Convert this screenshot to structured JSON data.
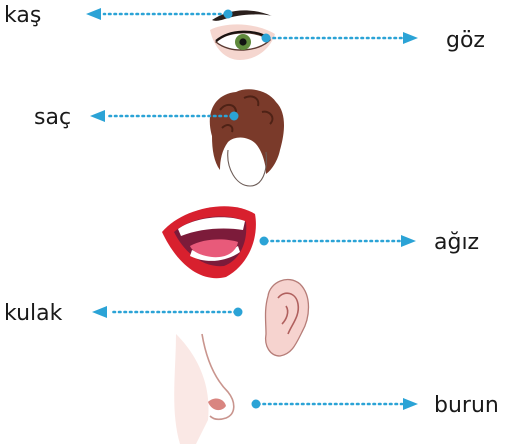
{
  "labels": {
    "eyebrow": "kaş",
    "eye": "göz",
    "hair": "saç",
    "mouth": "ağız",
    "ear": "kulak",
    "nose": "burun"
  },
  "colors": {
    "leader": "#2ba3d6",
    "text": "#1a1a1a",
    "hair": "#7a3a2a",
    "lips": "#d8202e",
    "skin": "#f6d3cf"
  }
}
